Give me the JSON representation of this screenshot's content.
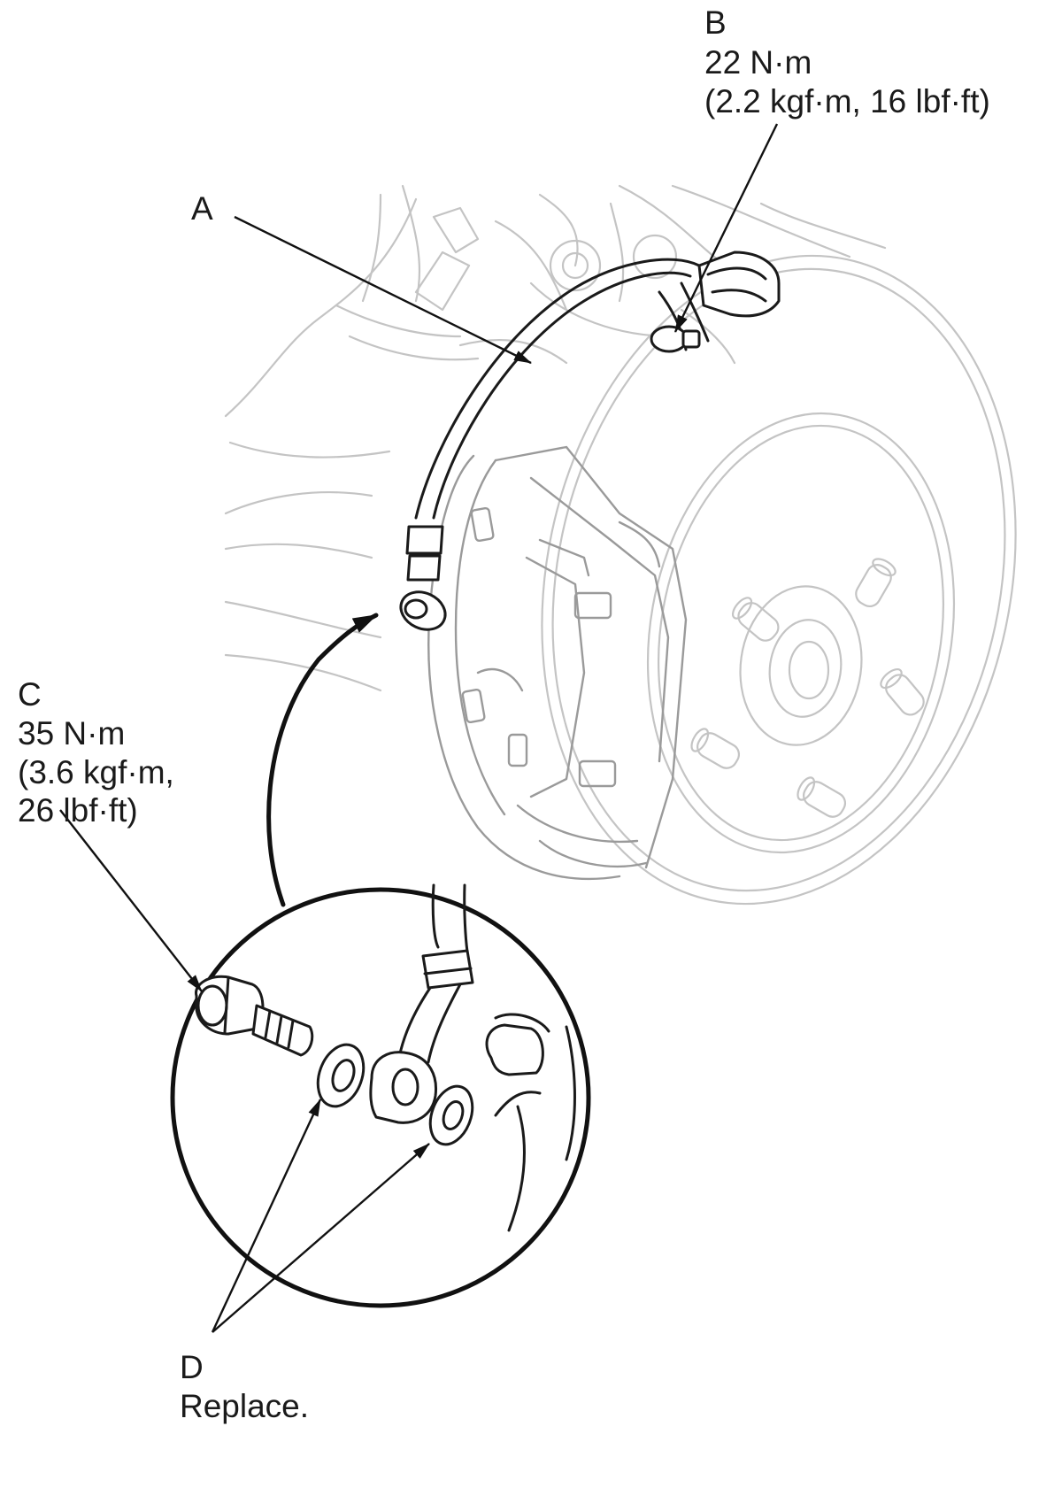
{
  "callouts": {
    "a": {
      "letter": "A"
    },
    "b": {
      "letter": "B",
      "torque_nm": "22 N·m",
      "torque_alt": "(2.2 kgf·m, 16 lbf·ft)"
    },
    "c": {
      "letter": "C",
      "torque_nm": "35 N·m",
      "torque_alt_line1": "(3.6 kgf·m,",
      "torque_alt_line2": "26 lbf·ft)"
    },
    "d": {
      "letter": "D",
      "note": "Replace."
    }
  }
}
